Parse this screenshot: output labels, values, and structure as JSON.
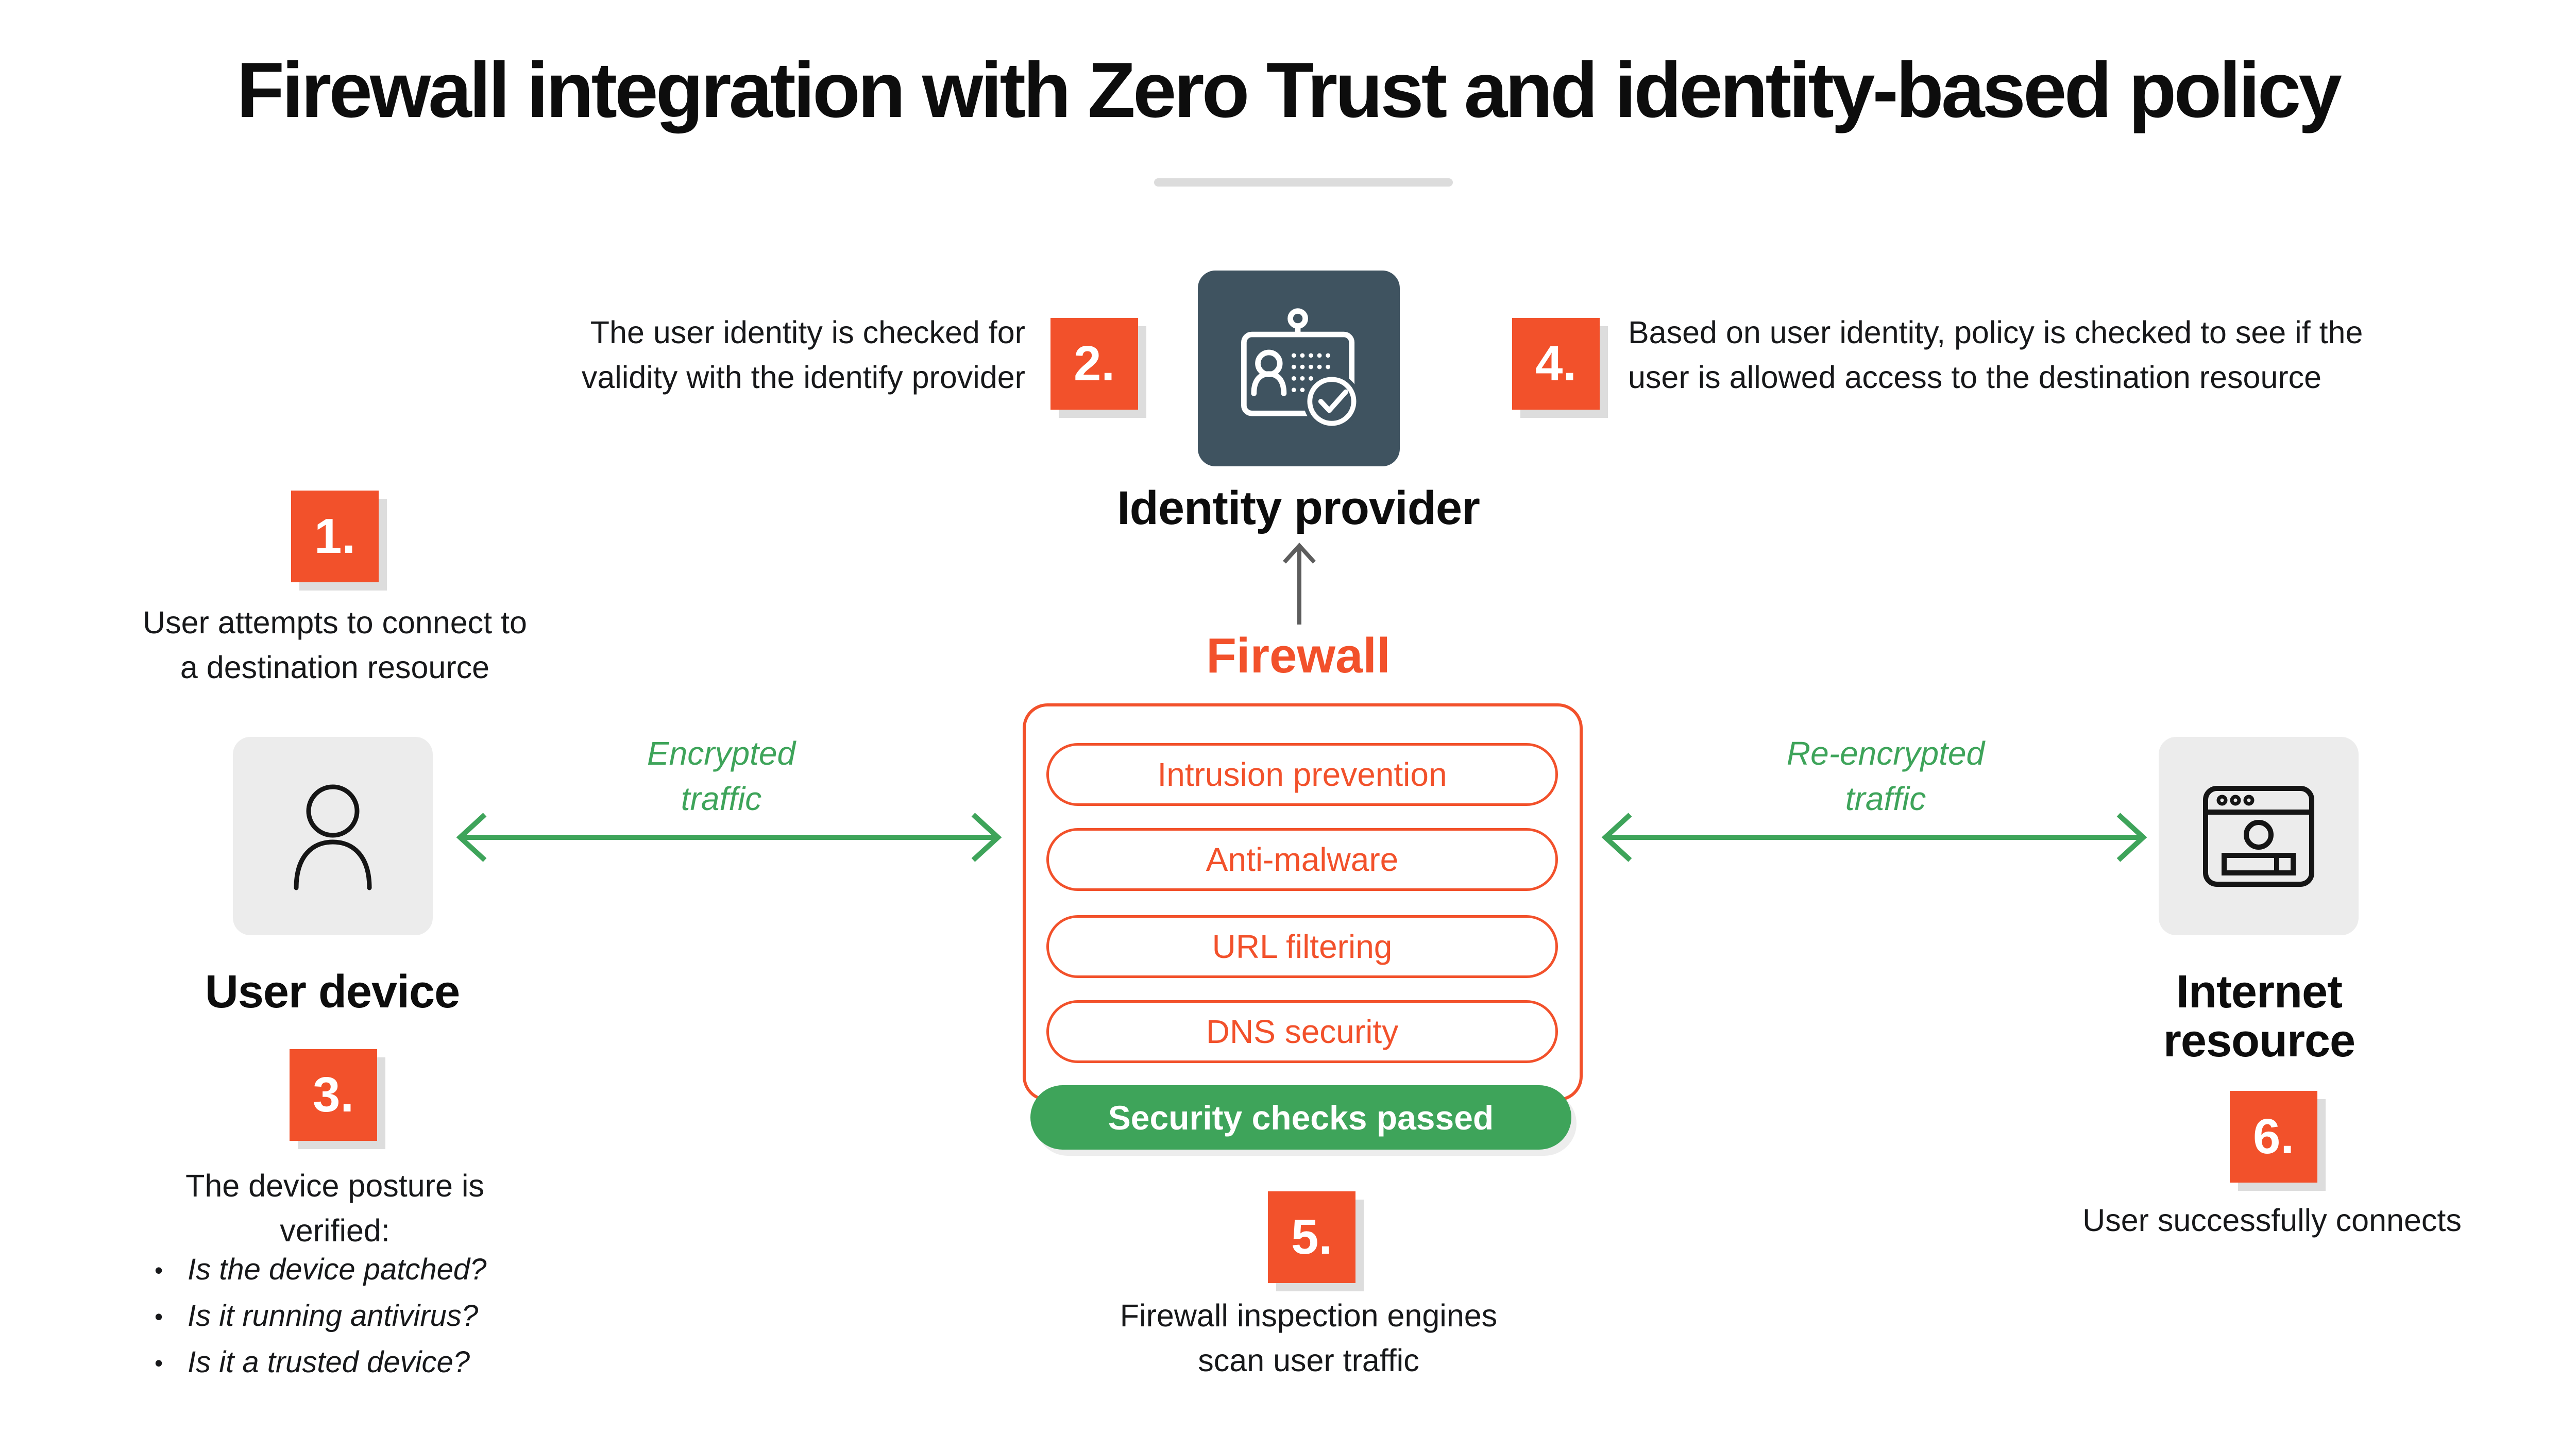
{
  "title": "Firewall integration with Zero Trust and identity-based policy",
  "colors": {
    "accent_orange": "#f2512b",
    "accent_green": "#3ea45a",
    "slate_tile": "#3f5360",
    "gray_tile": "#ececec",
    "shadow_gray": "#dddddd"
  },
  "identity_provider": {
    "label": "Identity provider",
    "icon": "id-card-check-icon"
  },
  "firewall": {
    "label": "Firewall",
    "engines": [
      "Intrusion prevention",
      "Anti-malware",
      "URL filtering",
      "DNS security"
    ],
    "status": "Security checks passed"
  },
  "user_device": {
    "label": "User device",
    "icon": "person-icon"
  },
  "internet_resource": {
    "label_lines": [
      "Internet",
      "resource"
    ],
    "icon": "browser-window-icon"
  },
  "traffic": {
    "encrypted": {
      "lines": [
        "Encrypted",
        "traffic"
      ]
    },
    "reencrypted": {
      "lines": [
        "Re-encrypted",
        "traffic"
      ]
    }
  },
  "steps": [
    {
      "num": "1.",
      "lines": [
        "User attempts to connect to",
        "a destination resource"
      ]
    },
    {
      "num": "2.",
      "lines": [
        "The user identity is checked for",
        "validity with the identify provider"
      ]
    },
    {
      "num": "3.",
      "lines": [
        "The device posture is",
        "verified:"
      ],
      "bullets": [
        "Is the device patched?",
        "Is it running antivirus?",
        "Is it a trusted device?"
      ]
    },
    {
      "num": "4.",
      "lines": [
        "Based on user identity, policy is checked to see if the",
        "user is allowed access to the destination resource"
      ]
    },
    {
      "num": "5.",
      "lines": [
        "Firewall inspection engines",
        "scan user traffic"
      ]
    },
    {
      "num": "6.",
      "lines": [
        "User successfully connects"
      ]
    }
  ]
}
